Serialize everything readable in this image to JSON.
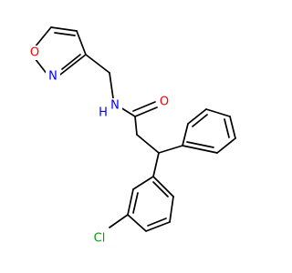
{
  "colors": {
    "bond": "#000000",
    "oxygen": "#ff0000",
    "nitrogen": "#0000ff",
    "chlorine": "#00a000",
    "carbon_label": "#000000",
    "background": "#ffffff"
  },
  "atoms": [
    {
      "id": "ox_O",
      "element": "O",
      "label": "O",
      "show": true
    },
    {
      "id": "ox_N",
      "element": "N",
      "label": "N",
      "show": true
    },
    {
      "id": "amide_N",
      "element": "N",
      "label": "N",
      "show": true
    },
    {
      "id": "amide_H",
      "element": "H",
      "label": "H",
      "show": true
    },
    {
      "id": "carbonyl_O",
      "element": "O",
      "label": "O",
      "show": true
    },
    {
      "id": "Cl",
      "element": "Cl",
      "label": "Cl",
      "show": true
    }
  ]
}
